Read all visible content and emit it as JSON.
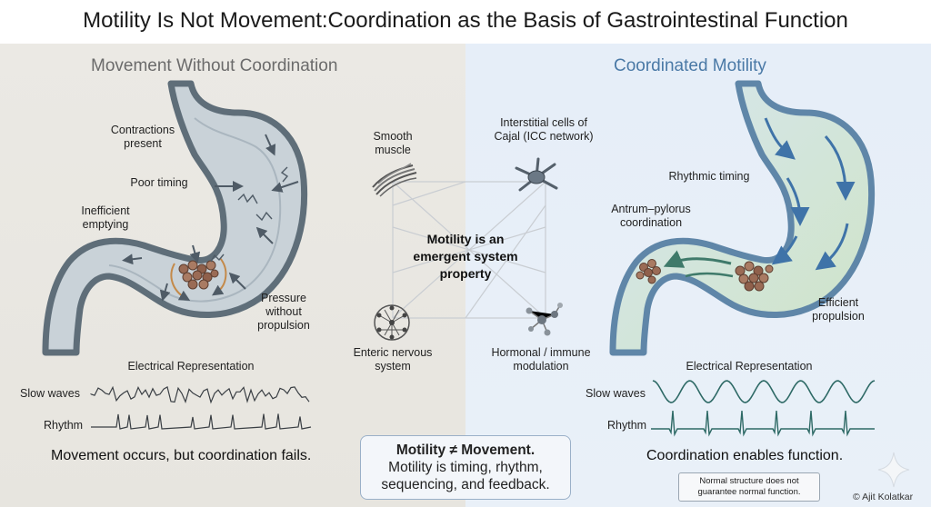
{
  "title": "Motility Is Not Movement:Coordination as the Basis of Gastrointestinal Function",
  "left": {
    "heading": "Movement Without Coordination",
    "labels": {
      "contractions": "Contractions present",
      "poor_timing": "Poor timing",
      "inefficient": "Inefficient emptying",
      "pressure": "Pressure without propulsion"
    },
    "electrical": {
      "title": "Electrical Representation",
      "slow_waves": "Slow waves",
      "rhythm": "Rhythm"
    },
    "caption": "Movement occurs, but coordination fails."
  },
  "center": {
    "nodes": {
      "smooth_muscle": "Smooth muscle",
      "icc": "Interstitial cells of Cajal (ICC network)",
      "ens": "Enteric nervous system",
      "hormonal": "Hormonal / immune modulation"
    },
    "core": "Motility is an emergent system property",
    "box_title": "Motility ≠ Movement.",
    "box_body": "Motility is timing, rhythm, sequencing, and feedback."
  },
  "right": {
    "heading": "Coordinated Motility",
    "labels": {
      "rhythmic": "Rhythmic timing",
      "antrum": "Antrum–pylorus coordination",
      "efficient": "Efficient propulsion"
    },
    "electrical": {
      "title": "Electrical Representation",
      "slow_waves": "Slow waves",
      "rhythm": "Rhythm"
    },
    "caption": "Coordination enables function.",
    "note": "Normal structure does not guarantee normal function."
  },
  "credit": "© Ajit Kolatkar",
  "colors": {
    "left_panel": "#e9e7e1",
    "right_panel": "#e7eef7",
    "stomach_wall": "#6f7d88",
    "coordinated_arrow": "#3f73a8",
    "food_particle": "#9a6b55"
  },
  "icons": [
    "smooth-muscle-icon",
    "icc-cell-icon",
    "enteric-network-icon",
    "hormone-molecule-icon",
    "sparkle-icon"
  ]
}
